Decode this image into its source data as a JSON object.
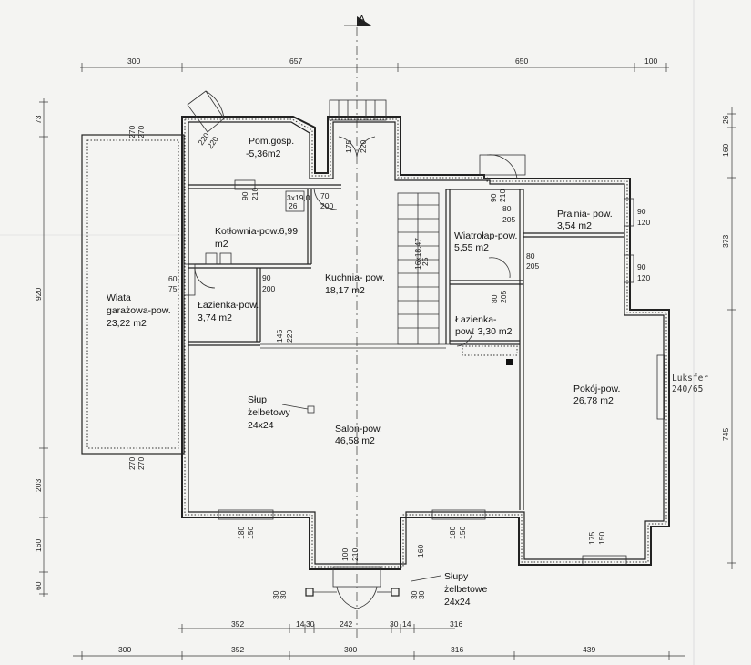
{
  "section_marker": "A",
  "rooms": {
    "pom_gosp": [
      "Pom.gosp.",
      "-5,36m2"
    ],
    "kotlownia": [
      "Kotłownia-pow.6,99",
      "m2"
    ],
    "lazienka1": [
      "Łazienka-pow.",
      "3,74 m2"
    ],
    "wiata": [
      "Wiata",
      "garażowa-pow.",
      "23,22 m2"
    ],
    "kuchnia": [
      "Kuchnia- pow.",
      "18,17 m2"
    ],
    "wiatrolap": [
      "Wiatrołap-pow.",
      "5,55 m2"
    ],
    "pralnia": [
      "Pralnia- pow.",
      "3,54 m2"
    ],
    "lazienka2": [
      "Łazienka-",
      "pow. 3,30 m2"
    ],
    "pokoj": [
      "Pokój-pow.",
      "26,78 m2"
    ],
    "salon": [
      "Salon-pow.",
      "46,58 m2"
    ],
    "slup": [
      "Słup",
      "żelbetowy",
      "24x24"
    ],
    "slupy": [
      "Słupy",
      "żelbetowe",
      "24x24"
    ]
  },
  "luksfer": [
    "Luksfer",
    "240/65"
  ],
  "dims_top": [
    "300",
    "657",
    "650",
    "100"
  ],
  "dims_bottom1": [
    "352",
    "14",
    "30",
    "242",
    "30",
    "14",
    "316"
  ],
  "dims_bottom2": [
    "300",
    "352",
    "300",
    "316",
    "439"
  ],
  "dims_left": [
    "73",
    "920",
    "203",
    "160",
    "60"
  ],
  "dims_right": [
    "26",
    "160",
    "373",
    "745"
  ],
  "openings": {
    "door_top_left": [
      "220",
      "220"
    ],
    "wiata_top": [
      "270",
      "270"
    ],
    "wiata_bottom": [
      "270",
      "270"
    ],
    "entry_top": [
      "175",
      "220"
    ],
    "win_pom": [
      "90",
      "210"
    ],
    "kot_small": [
      "3x19,0",
      "26"
    ],
    "door_70": [
      "70",
      "200"
    ],
    "door_60": [
      "60",
      "75"
    ],
    "door_90a": [
      "90",
      "200"
    ],
    "stairs": [
      "16x18,47",
      "25"
    ],
    "door_145": [
      "145",
      "220"
    ],
    "wia_90": [
      "90",
      "210"
    ],
    "wia_80a": [
      "80",
      "205"
    ],
    "wia_80b": [
      "80",
      "205"
    ],
    "laz2_80": [
      "80",
      "205"
    ],
    "pral_90a": [
      "90",
      "120"
    ],
    "pral_90b": [
      "90",
      "120"
    ],
    "salon_180": [
      "180",
      "150"
    ],
    "salon_100": [
      "100",
      "210"
    ],
    "salon_160": [
      "160"
    ],
    "salon_180b": [
      "180",
      "150"
    ],
    "pokoj_175": [
      "175",
      "150"
    ],
    "col_30a": [
      "30",
      "30"
    ],
    "col_30b": [
      "30",
      "30"
    ]
  }
}
